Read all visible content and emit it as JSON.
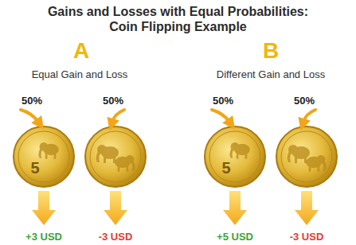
{
  "diagram": {
    "title": "Gains and Losses with Equal Probabilities: Coin Flipping Example",
    "labels": [
      "A",
      "Equal Gain and Loss",
      "50%",
      "50%",
      "5",
      "+3 USD",
      "-3 USD",
      "B",
      "Different Gain and Loss",
      "50%",
      "50%",
      "5",
      "+5 USD",
      "-3 USD"
    ]
  }
}
